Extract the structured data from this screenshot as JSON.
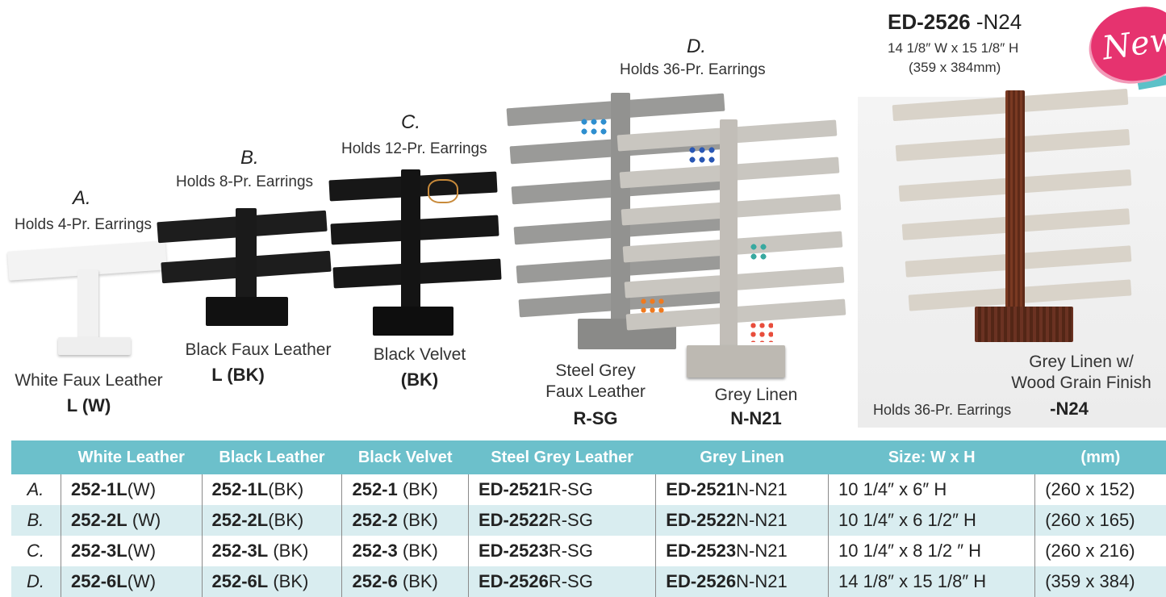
{
  "displays": {
    "a": {
      "letter": "A.",
      "holds": "Holds 4-Pr. Earrings",
      "finish": "White Faux Leather",
      "code": "L (W)"
    },
    "b": {
      "letter": "B.",
      "holds": "Holds 8-Pr. Earrings",
      "finish": "Black Faux Leather",
      "code": "L (BK)"
    },
    "c": {
      "letter": "C.",
      "holds": "Holds 12-Pr. Earrings",
      "finish": "Black Velvet",
      "code": "(BK)"
    },
    "d": {
      "letter": "D.",
      "holds": "Holds 36-Pr. Earrings",
      "finish_left_1": "Steel Grey",
      "finish_left_2": "Faux Leather",
      "code_left": "R-SG",
      "finish_right": "Grey Linen",
      "code_right": "N-N21"
    },
    "ed": {
      "model": "ED-2526",
      "suffix": " -N24",
      "size_in": "14 1/8″ W x 15 1/8″ H",
      "size_mm": "(359 x 384mm)",
      "holds": "Holds 36-Pr. Earrings",
      "finish_1": "Grey Linen w/",
      "finish_2": "Wood Grain Finish",
      "code": "-N24",
      "badge": "New"
    }
  },
  "colors": {
    "table_header": "#6cc0cb",
    "row_alt": "#d9edf0",
    "badge": "#e6336f"
  },
  "table": {
    "headers": [
      "",
      "White Leather",
      "Black Leather",
      "Black Velvet",
      "Steel Grey Leather",
      "Grey Linen",
      "Size: W x H",
      "(mm)"
    ],
    "rows": [
      {
        "label": "A.",
        "wl": [
          "252-1L",
          "(W)"
        ],
        "bl": [
          "252-1L",
          "(BK)"
        ],
        "bv": [
          "252-1",
          " (BK)"
        ],
        "sg": [
          "ED-2521",
          "R-SG"
        ],
        "gl": [
          "ED-2521",
          "N-N21"
        ],
        "size": "10 1/4″ x 6″ H",
        "mm": "(260 x 152)"
      },
      {
        "label": "B.",
        "wl": [
          "252-2L",
          " (W)"
        ],
        "bl": [
          "252-2L",
          "(BK)"
        ],
        "bv": [
          "252-2",
          " (BK)"
        ],
        "sg": [
          "ED-2522",
          "R-SG"
        ],
        "gl": [
          "ED-2522",
          "N-N21"
        ],
        "size": "10 1/4″ x 6 1/2″ H",
        "mm": "(260 x 165)"
      },
      {
        "label": "C.",
        "wl": [
          "252-3L",
          "(W)"
        ],
        "bl": [
          "252-3L",
          " (BK)"
        ],
        "bv": [
          "252-3",
          " (BK)"
        ],
        "sg": [
          "ED-2523",
          "R-SG"
        ],
        "gl": [
          "ED-2523",
          "N-N21"
        ],
        "size": "10 1/4″ x 8 1/2 ″ H",
        "mm": "(260 x 216)"
      },
      {
        "label": "D.",
        "wl": [
          "252-6L",
          "(W)"
        ],
        "bl": [
          "252-6L",
          " (BK)"
        ],
        "bv": [
          "252-6",
          " (BK)"
        ],
        "sg": [
          "ED-2526",
          "R-SG"
        ],
        "gl": [
          "ED-2526",
          "N-N21"
        ],
        "size": "14 1/8″ x 15 1/8″ H",
        "mm": "(359 x 384)"
      }
    ]
  }
}
